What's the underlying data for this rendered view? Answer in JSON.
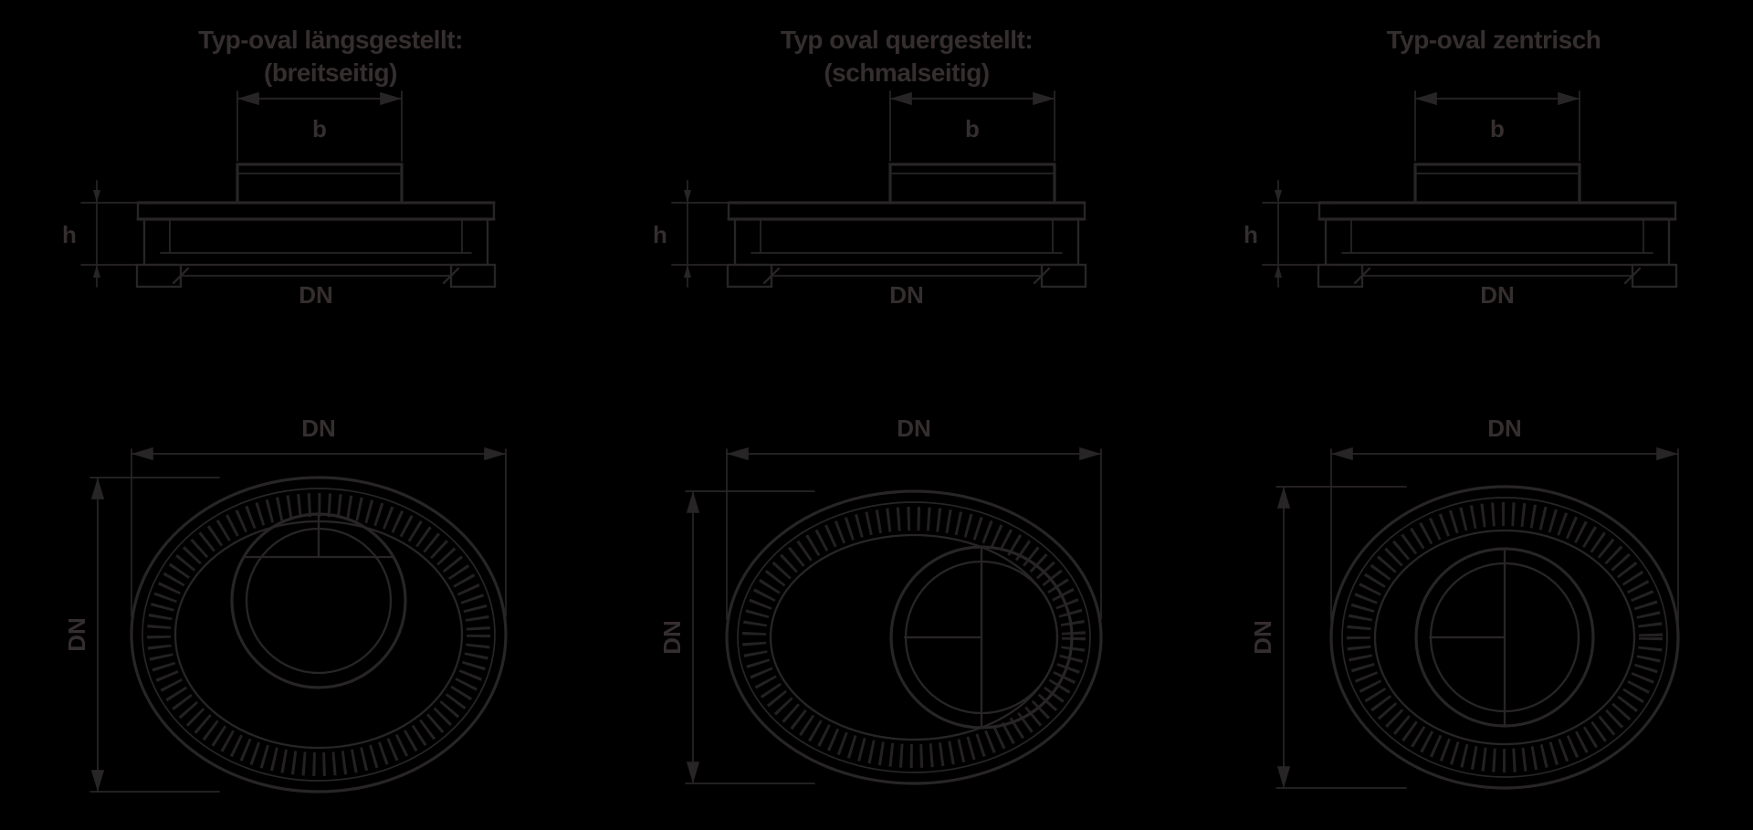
{
  "page": {
    "background_color": "#000000",
    "line_color": "#282526",
    "text_color": "#352e2f"
  },
  "columns": [
    {
      "title": "Typ-oval längsgestellt:",
      "subtitle": "(breitseitig)",
      "elevation_labels": {
        "lid_width": "b",
        "height": "h",
        "nominal_size": "DN"
      },
      "plan_labels": {
        "length": "DN",
        "width": "DN"
      }
    },
    {
      "title": "Typ oval quergestellt:",
      "subtitle": "(schmalseitig)",
      "elevation_labels": {
        "lid_width": "b",
        "height": "h",
        "nominal_size": "DN"
      },
      "plan_labels": {
        "length": "DN",
        "width": "DN"
      }
    },
    {
      "title": "Typ-oval zentrisch",
      "subtitle": "",
      "elevation_labels": {
        "lid_width": "b",
        "height": "h",
        "nominal_size": "DN"
      },
      "plan_labels": {
        "length": "DN",
        "width": "DN"
      }
    }
  ]
}
